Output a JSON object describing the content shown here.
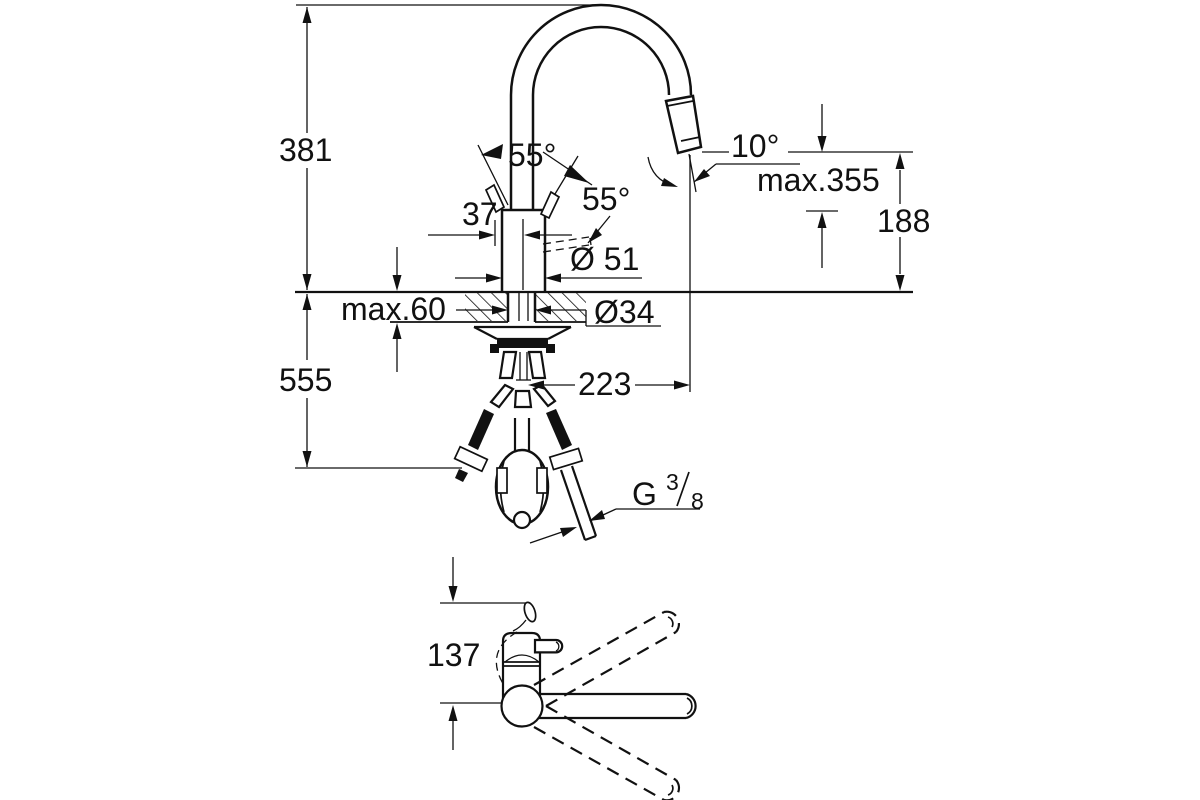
{
  "drawing": {
    "type": "faucet-installation-dimension-diagram",
    "views": [
      "side-view",
      "top-view"
    ],
    "labels": {
      "height_overall": "381",
      "depth_below_deck": "555",
      "spout_offset": "37",
      "lever_angle_left": "55°",
      "lever_angle_right": "55°",
      "spray_angle": "10°",
      "max_hose_extension": "max.355",
      "outlet_height": "188",
      "body_diameter": "Ø 51",
      "deck_max_thickness": "max.60",
      "shank_diameter": "Ø34",
      "spout_projection": "223",
      "thread_letter": "G",
      "thread_numerator": "3",
      "thread_denominator": "8",
      "top_view_offset": "137"
    },
    "line_color": "#111111",
    "background_color": "#ffffff"
  }
}
